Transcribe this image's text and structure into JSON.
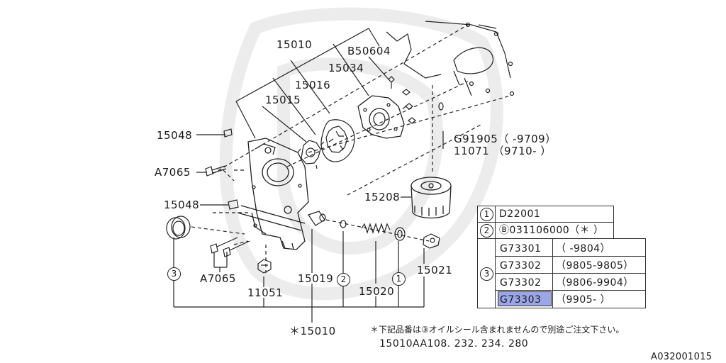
{
  "callouts": {
    "p15010": "15010",
    "b50604": "B50604",
    "p15034": "15034",
    "p15016": "15016",
    "p15015": "15015",
    "p15048a": "15048",
    "a7065a": "A7065",
    "p15048b": "15048",
    "g91905": "G91905（ -9709）",
    "p11071": "11071  （9710- ）",
    "p15208": "15208",
    "a7065b": "A7065",
    "p11051": "11051",
    "p15019": "15019",
    "p15020": "15020",
    "p15021": "15021",
    "p15010star": "＊15010",
    "circle1": "1",
    "circle2": "2",
    "circle3": "3"
  },
  "table": {
    "row1": {
      "num": "1",
      "part": "D22001"
    },
    "row2": {
      "num": "2",
      "part": "Ⓑ031106000（＊ ）"
    },
    "row3": {
      "num": "3",
      "items": [
        {
          "part": "G73301",
          "range": "（      -9804）",
          "highlight": false
        },
        {
          "part": "G73302",
          "range": "（9805-9805）",
          "highlight": false
        },
        {
          "part": "G73302",
          "range": "（9806-9904）",
          "highlight": false
        },
        {
          "part": "G73303",
          "range": "（9905-      ）",
          "highlight": true
        }
      ]
    }
  },
  "note": "＊下記品番は③オイルシール含まれませんので別途ご注文下さい。",
  "applicable_parts": "15010AA108. 232. 234. 280",
  "figure_id": "A032001015",
  "colors": {
    "highlight": "#9aa6e8",
    "line": "#222222"
  }
}
